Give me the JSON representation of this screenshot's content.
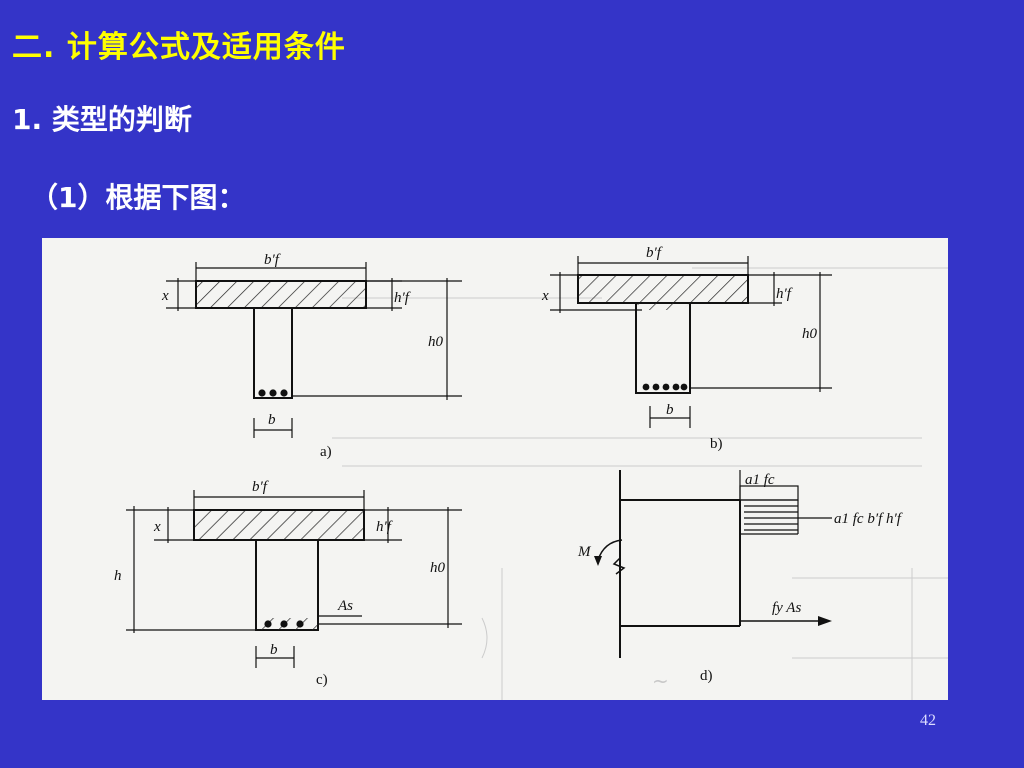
{
  "slide": {
    "title": "二. 计算公式及适用条件",
    "heading": "1. 类型的判断",
    "subheading": "（1）根据下图：",
    "page_number": "42"
  },
  "figure": {
    "a": {
      "caption": "a)",
      "flange_width": "b′f",
      "flange_thickness": "h′f",
      "depth_x": "x",
      "effective_depth": "h0",
      "web_width": "b"
    },
    "b": {
      "caption": "b)",
      "flange_width": "b′f",
      "flange_thickness": "h′f",
      "depth_x": "x",
      "effective_depth": "h0",
      "web_width": "b"
    },
    "c": {
      "caption": "c)",
      "flange_width": "b′f",
      "flange_thickness": "h′f",
      "depth_x": "x",
      "effective_depth": "h0",
      "total_height": "h",
      "web_width": "b",
      "steel_area": "As"
    },
    "d": {
      "caption": "d)",
      "stress_label": "a1 fc",
      "compression_force": "a1 fc b′f h′f",
      "moment": "M",
      "tension_force": "fy As"
    }
  }
}
